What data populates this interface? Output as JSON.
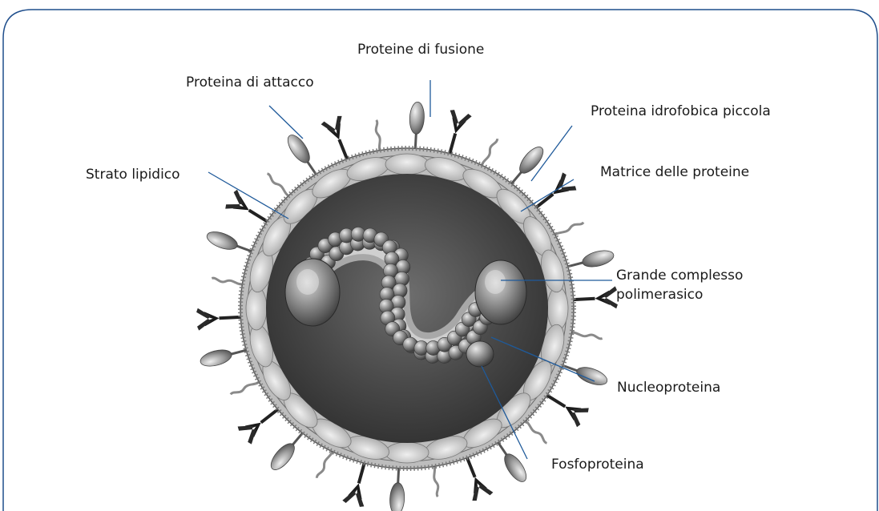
{
  "labels": {
    "fusion": "Proteine di fusione",
    "attachment": "Proteina di attacco",
    "small_hydrophobic": "Proteina idrofobica piccola",
    "lipid_layer": "Strato lipidico",
    "matrix": "Matrice delle proteine",
    "large_polymerase_line1": "Grande complesso",
    "large_polymerase_line2": "polimerasico",
    "nucleoprotein": "Nucleoproteina",
    "phosphoprotein": "Fosfoproteina"
  },
  "colors": {
    "frame": "#1f4e8c",
    "leader_line": "#1f5a9a",
    "virion_dark": "#3a3a3a",
    "virion_mid": "#8a8a8a",
    "virion_light": "#d6d6d6"
  }
}
